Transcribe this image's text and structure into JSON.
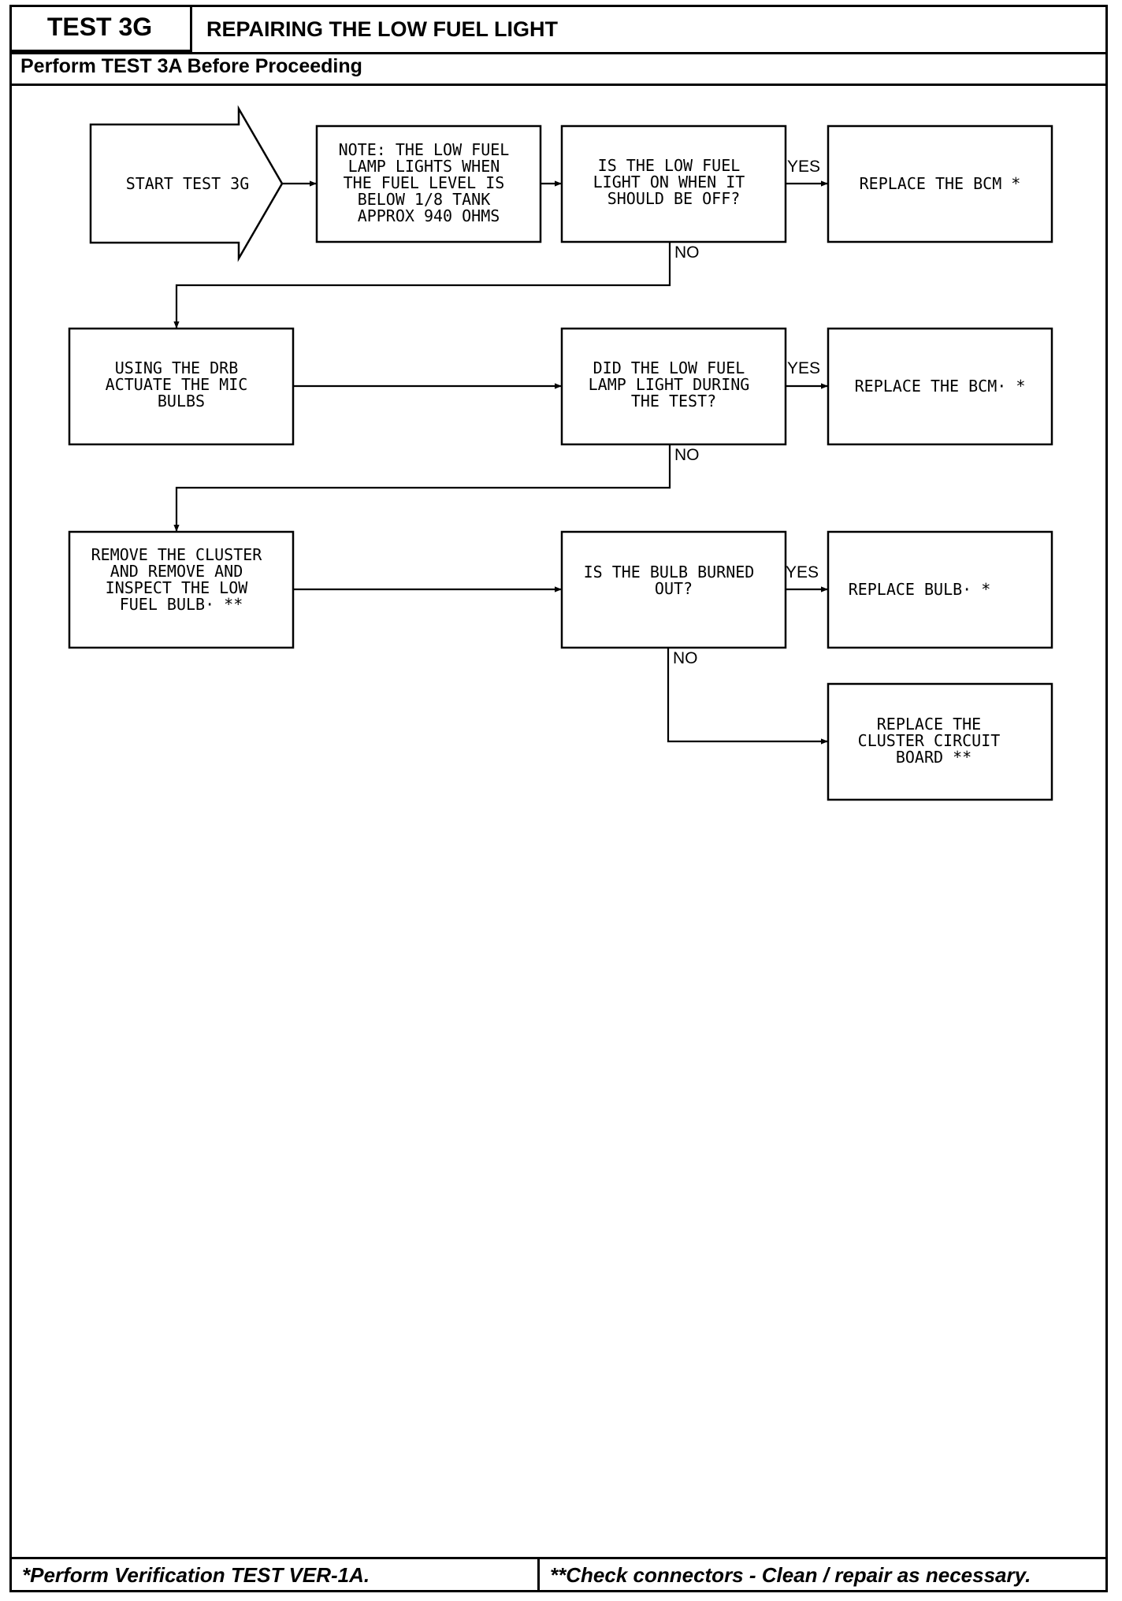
{
  "header": {
    "test_id": "TEST 3G",
    "title": "REPAIRING THE LOW FUEL LIGHT",
    "prerequisite": "Perform TEST 3A Before Proceeding"
  },
  "flow": {
    "start": "START TEST 3G",
    "note": [
      "NOTE: THE LOW FUEL",
      "LAMP LIGHTS WHEN",
      "THE FUEL LEVEL IS",
      "BELOW 1/8 TANK",
      "APPROX 940 OHMS"
    ],
    "q1": [
      "IS THE LOW FUEL",
      "LIGHT ON WHEN IT",
      "SHOULD BE OFF?"
    ],
    "r1": [
      "REPLACE THE BCM *"
    ],
    "step2": [
      "USING THE DRB",
      "ACTUATE THE MIC",
      "BULBS"
    ],
    "q2": [
      "DID THE LOW FUEL",
      "LAMP LIGHT DURING",
      "THE TEST?"
    ],
    "r2": [
      "REPLACE THE BCM· *"
    ],
    "step3": [
      "REMOVE THE CLUSTER",
      "AND REMOVE AND",
      "INSPECT THE LOW",
      "FUEL BULB· **"
    ],
    "q3": [
      "IS THE BULB BURNED",
      "OUT?"
    ],
    "r3": [
      "REPLACE BULB· *"
    ],
    "r4": [
      "REPLACE THE",
      "CLUSTER CIRCUIT",
      "BOARD **"
    ],
    "yes_label": "YES",
    "no_label": "NO"
  },
  "footer": {
    "left": "*Perform Verification TEST VER-1A.",
    "right": "**Check connectors - Clean / repair as necessary."
  }
}
